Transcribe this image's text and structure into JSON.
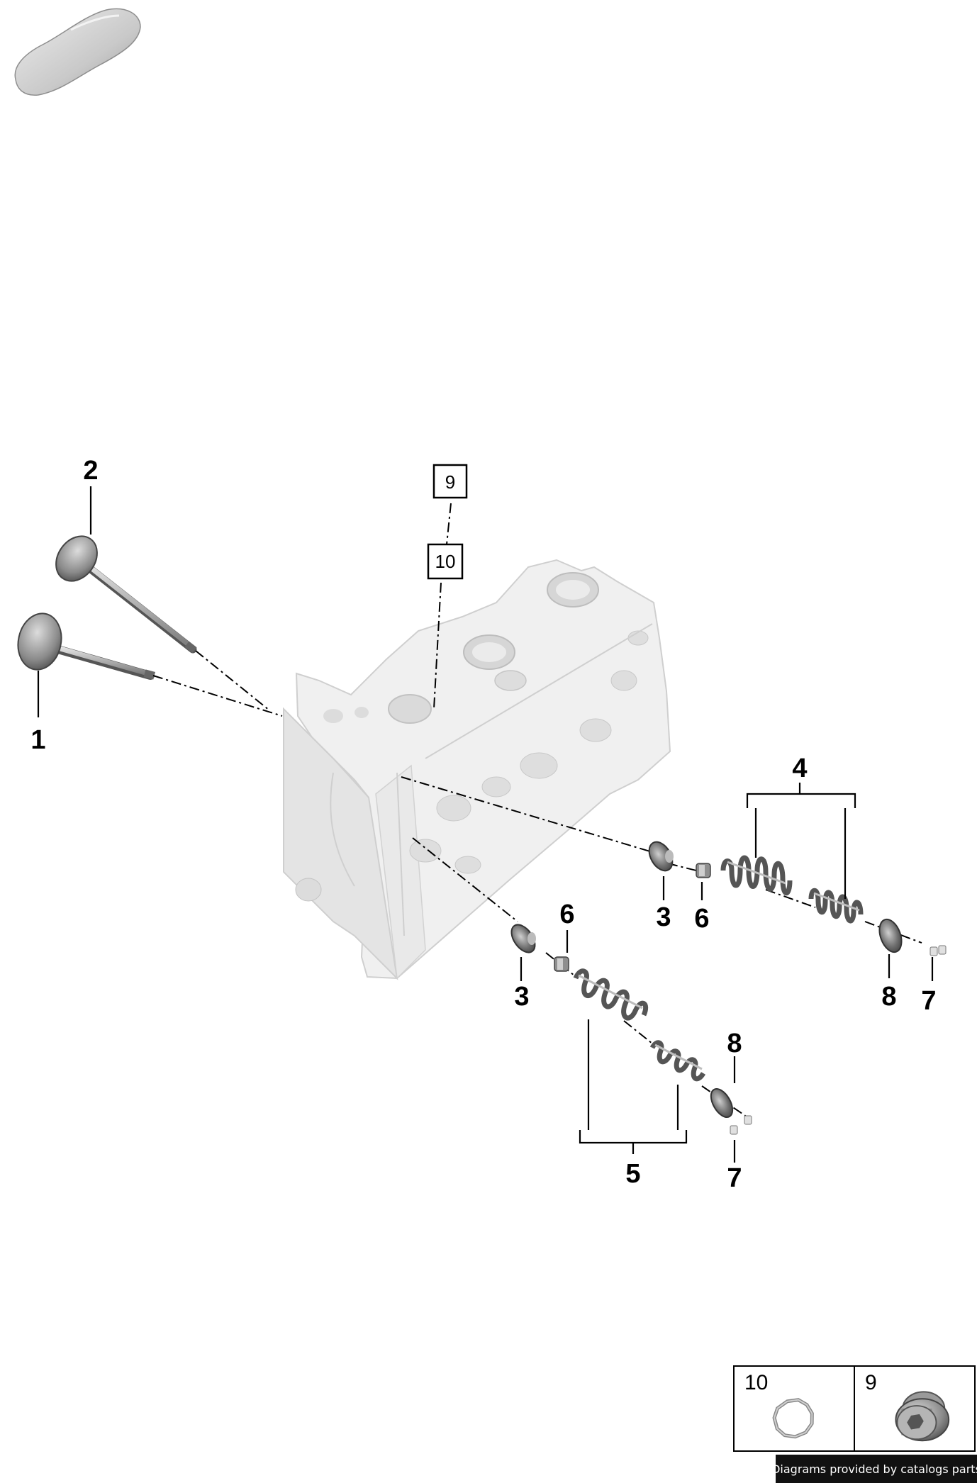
{
  "callouts": {
    "c1": "1",
    "c2": "2",
    "c3a": "3",
    "c3b": "3",
    "c4": "4",
    "c5": "5",
    "c6a": "6",
    "c6b": "6",
    "c7a": "7",
    "c7b": "7",
    "c8a": "8",
    "c8b": "8"
  },
  "boxed_refs": {
    "b9": "9",
    "b10": "10"
  },
  "legend": {
    "items": [
      {
        "number": "10",
        "icon": "sealing-ring-icon"
      },
      {
        "number": "9",
        "icon": "screw-plug-icon"
      }
    ]
  },
  "credit": "Diagrams provided by catalogs parts",
  "thumbnail_icon": "car-silhouette-icon"
}
